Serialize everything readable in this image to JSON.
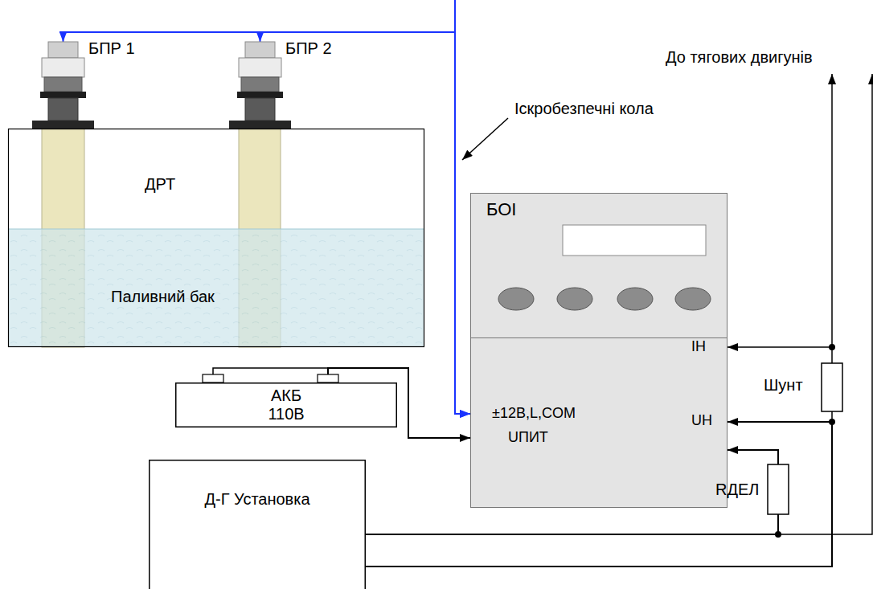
{
  "diagram": {
    "nodes": [
      {
        "text": [
          "БПР 1"
        ]
      },
      {
        "text": [
          "БПР 2"
        ]
      },
      {
        "text": [
          "Паливний бак"
        ]
      },
      {
        "text": [
          "БОІ"
        ]
      },
      {
        "text": [
          "АКБ 110В"
        ]
      },
      {
        "text": [
          "Д-Г Установка"
        ]
      }
    ],
    "edges": [
      {
        "from": 3,
        "to": 0,
        "arrow": "both"
      },
      {
        "from": 3,
        "to": 1,
        "arrow": "both"
      },
      {
        "from": 4,
        "to": 3,
        "arrow": "to"
      },
      {
        "from": 5,
        "to": 3,
        "arrow": "to"
      },
      {
        "from": 5,
        "to": 3,
        "arrow": "to"
      }
    ],
    "labels": [
      "ДРТ",
      "Іскробезпечні кола",
      "До тягових двигунів",
      "±12В,L,COM",
      "IН",
      "UН",
      "UПИТ",
      "Шунт",
      "RДЕЛ"
    ]
  }
}
